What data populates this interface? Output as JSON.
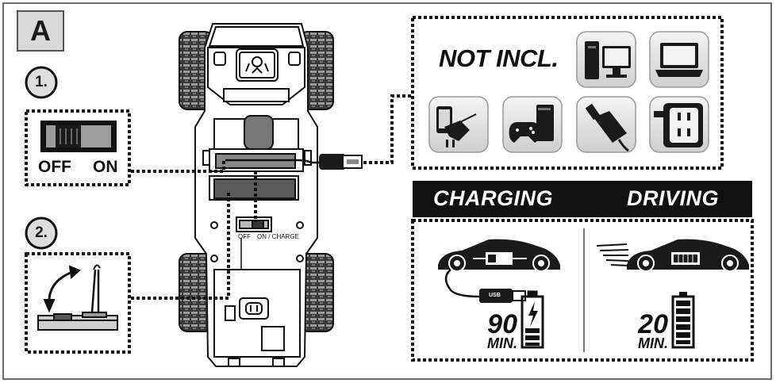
{
  "panel_label": "A",
  "steps": [
    "1.",
    "2."
  ],
  "power_switch": {
    "off_label": "OFF",
    "on_label": "ON"
  },
  "car_switch": {
    "off_label": "OFF",
    "charge_label": "ON / CHARGE"
  },
  "sources": {
    "title": "NOT INCL.",
    "items": [
      "desktop-computer-icon",
      "laptop-icon",
      "phone-wall-charger-icon",
      "game-console-icon",
      "car-charger-icon",
      "usb-wall-outlet-icon"
    ]
  },
  "modes": {
    "charging": {
      "title": "CHARGING",
      "duration": "90",
      "unit": "MIN.",
      "cable_label": "USB"
    },
    "driving": {
      "title": "DRIVING",
      "duration": "20",
      "unit": "MIN."
    }
  },
  "colors": {
    "band": "#111111",
    "line": "#1a1a1a",
    "tile": "#dcdcdc"
  }
}
